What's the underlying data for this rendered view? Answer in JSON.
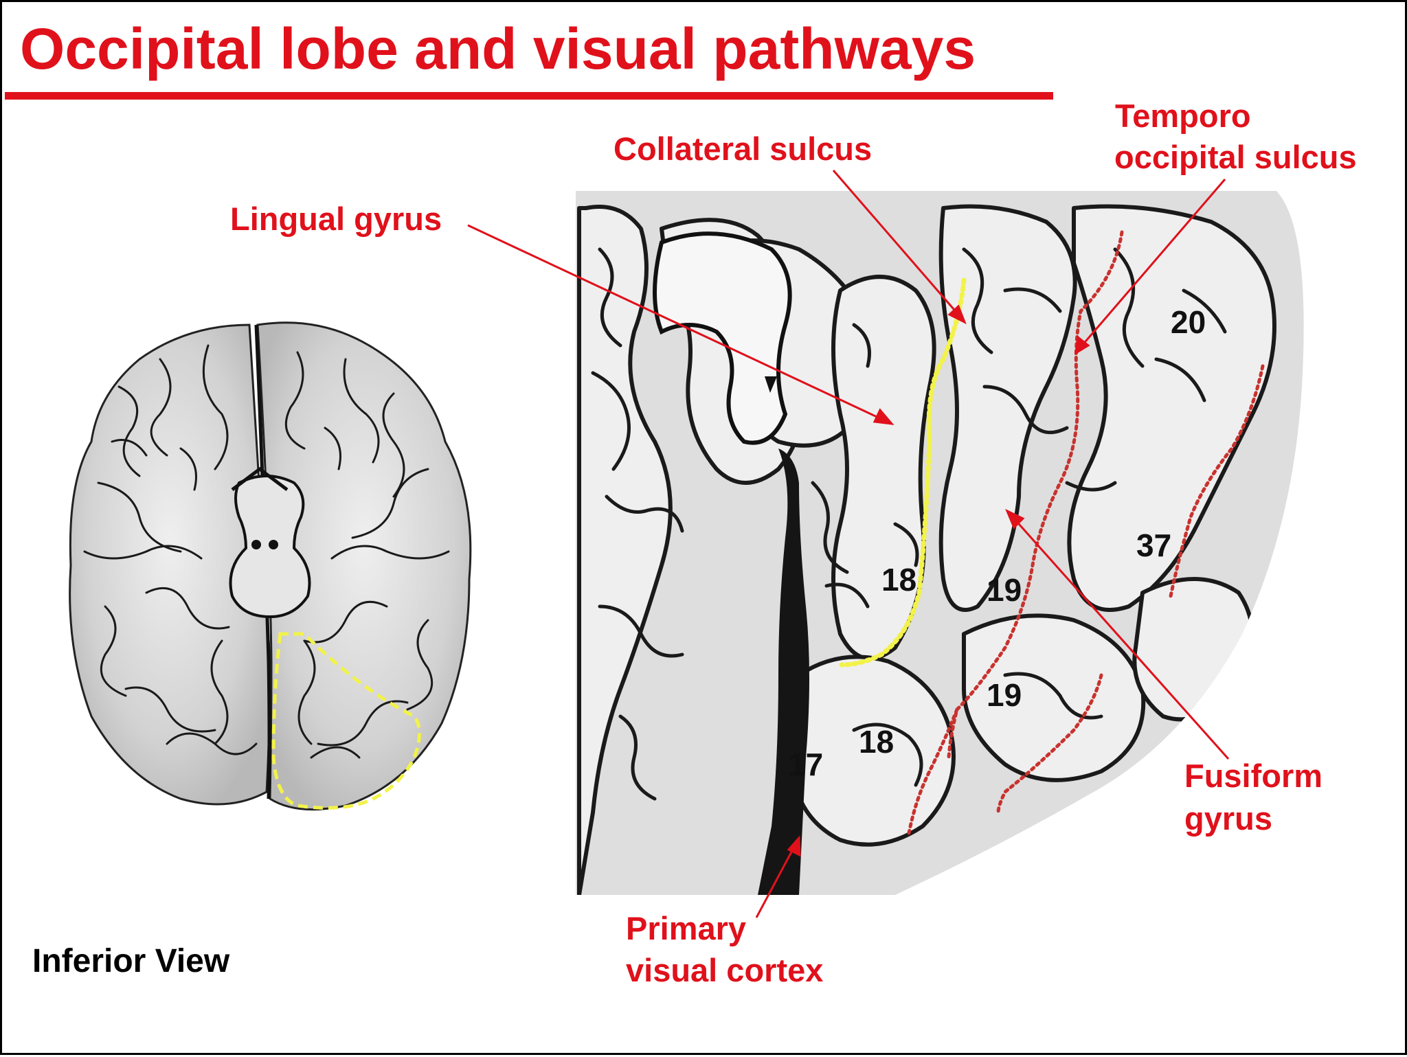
{
  "slide": {
    "title": "Occipital lobe and visual pathways",
    "caption": "Inferior View"
  },
  "labels": {
    "lingual_gyrus": "Lingual gyrus",
    "collateral_sulcus": "Collateral sulcus",
    "temporo_occipital_line1": "Temporo",
    "temporo_occipital_line2": "occipital sulcus",
    "fusiform_line1": "Fusiform",
    "fusiform_line2": "gyrus",
    "primary_visual_line1": "Primary",
    "primary_visual_line2": "visual cortex"
  },
  "areas": {
    "a20": "20",
    "a37": "37",
    "a18_upper": "18",
    "a19_upper": "19",
    "a19_lower": "19",
    "a18_lower": "18",
    "a17": "17"
  },
  "colors": {
    "accent_red": "#e0111b",
    "collateral_outline": "#f2f24a",
    "sulcus_dots": "#c8322e",
    "brain_fill": "#d9d9d9",
    "sulci_ink": "#1a1a1a"
  }
}
